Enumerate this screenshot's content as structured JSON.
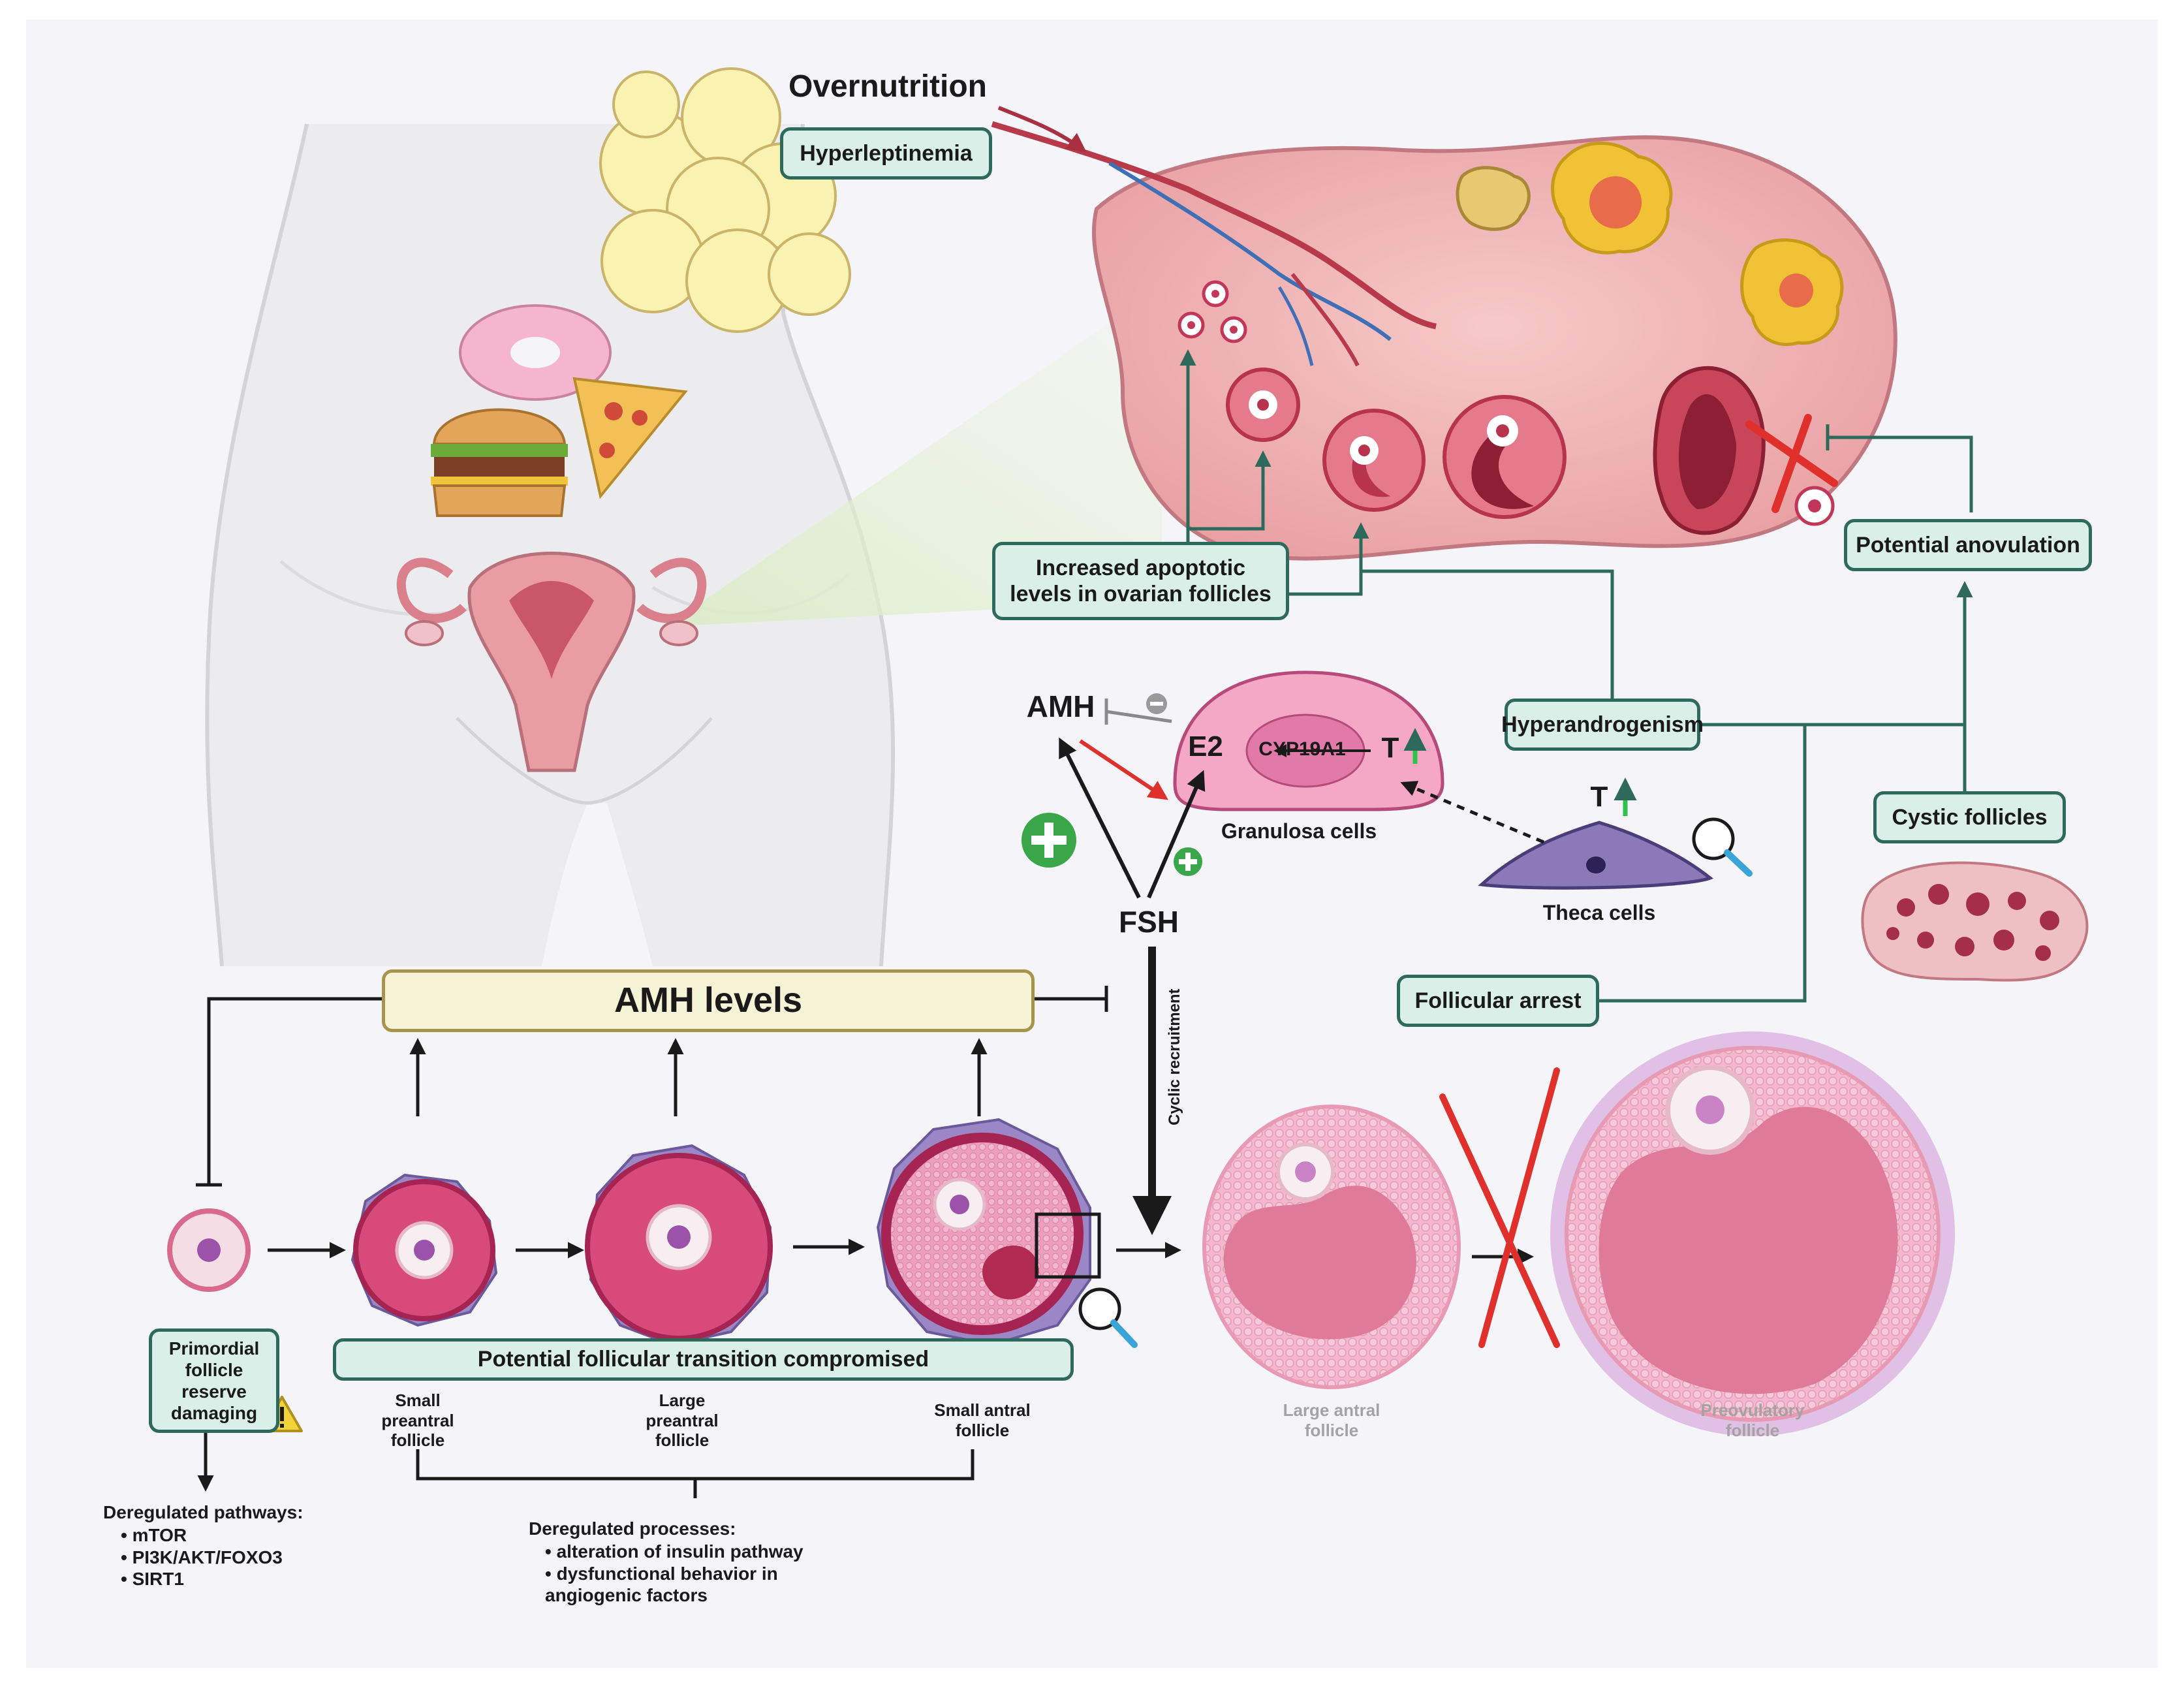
{
  "labels": {
    "overnutrition": "Overnutrition",
    "hyperleptinemia": "Hyperleptinemia",
    "increased_apoptotic": "Increased apoptotic\nlevels in ovarian follicles",
    "potential_anovulation": "Potential anovulation",
    "hyperandrogenism": "Hyperandrogenism",
    "cystic_follicles": "Cystic follicles",
    "follicular_arrest": "Follicular arrest",
    "amh_levels": "AMH levels",
    "amh": "AMH",
    "e2": "E2",
    "cyp19a1": "CYP19A1",
    "t_granulosa": "T",
    "t_theca": "T",
    "granulosa_cells": "Granulosa cells",
    "theca_cells": "Theca cells",
    "fsh": "FSH",
    "cyclic_recruitment": "Cyclic recruitment",
    "potential_transition": "Potential follicular transition compromised",
    "primordial_reserve": "Primordial\nfollicle\nreserve\ndamaging",
    "small_preantral": "Small\npreantral\nfollicle",
    "large_preantral": "Large\npreantral\nfollicle",
    "small_antral": "Small antral\nfollicle",
    "large_antral": "Large antral\nfollicle",
    "preovulatory": "Preovulatory\nfollicle",
    "deregulated_pathways_title": "Deregulated pathways:",
    "deregulated_pathways_items": "•  mTOR\n•  PI3K/AKT/FOXO3\n•  SIRT1",
    "deregulated_processes_title": "Deregulated processes:",
    "deregulated_processes_items": "•  alteration of insulin pathway\n•  dysfunctional behavior in\n    angiogenic factors"
  },
  "colors": {
    "box_fill": "#d9efe8",
    "box_border": "#2e6a5c",
    "amh_box_fill": "#f7f3d6",
    "amh_box_border": "#a8934a",
    "follicle_pink": "#e07a8f",
    "follicle_dark": "#c2365a",
    "oocyte_purple": "#9b52a8",
    "granulosa_pink": "#f5a8c4",
    "theca_purple": "#8c7ab8",
    "red_cross": "#e0302b",
    "plus_green": "#3aa64a",
    "arrow_up_green": "#2ec24a",
    "silhouette_grey": "#ececef"
  },
  "icons": [
    "magnifier-icon",
    "warning-icon",
    "red-cross-icon",
    "plus-icon",
    "minus-icon"
  ]
}
